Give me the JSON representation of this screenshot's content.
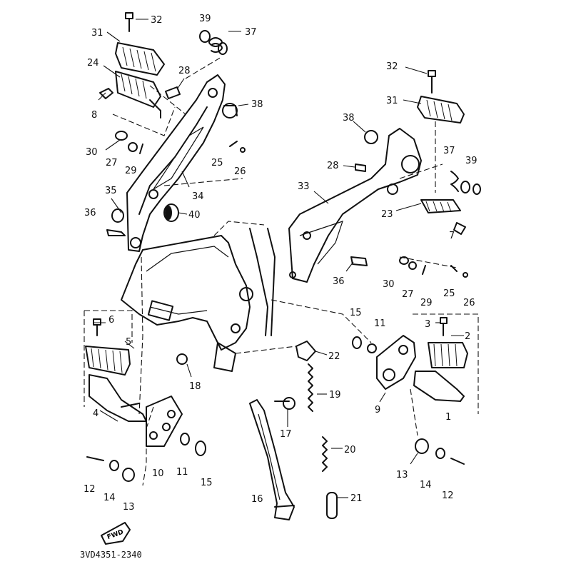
{
  "diagram": {
    "catalog_code": "3VD4351-2340",
    "fwd_label": "FWD",
    "callouts": [
      {
        "id": "c32a",
        "text": "32"
      },
      {
        "id": "c39a",
        "text": "39"
      },
      {
        "id": "c31a",
        "text": "31"
      },
      {
        "id": "c37a",
        "text": "37"
      },
      {
        "id": "c24",
        "text": "24"
      },
      {
        "id": "c28a",
        "text": "28"
      },
      {
        "id": "c8",
        "text": "8"
      },
      {
        "id": "c38a",
        "text": "38"
      },
      {
        "id": "c30a",
        "text": "30"
      },
      {
        "id": "c27a",
        "text": "27"
      },
      {
        "id": "c29a",
        "text": "29"
      },
      {
        "id": "c25a",
        "text": "25"
      },
      {
        "id": "c26a",
        "text": "26"
      },
      {
        "id": "c34",
        "text": "34"
      },
      {
        "id": "c35",
        "text": "35"
      },
      {
        "id": "c36a",
        "text": "36"
      },
      {
        "id": "c40",
        "text": "40"
      },
      {
        "id": "c32b",
        "text": "32"
      },
      {
        "id": "c31b",
        "text": "31"
      },
      {
        "id": "c38b",
        "text": "38"
      },
      {
        "id": "c28b",
        "text": "28"
      },
      {
        "id": "c33",
        "text": "33"
      },
      {
        "id": "c37b",
        "text": "37"
      },
      {
        "id": "c39b",
        "text": "39"
      },
      {
        "id": "c23",
        "text": "23"
      },
      {
        "id": "c7",
        "text": "7"
      },
      {
        "id": "c36b",
        "text": "36"
      },
      {
        "id": "c30b",
        "text": "30"
      },
      {
        "id": "c27b",
        "text": "27"
      },
      {
        "id": "c29b",
        "text": "29"
      },
      {
        "id": "c25b",
        "text": "25"
      },
      {
        "id": "c26b",
        "text": "26"
      },
      {
        "id": "c6",
        "text": "6"
      },
      {
        "id": "c5",
        "text": "5"
      },
      {
        "id": "c15a",
        "text": "15"
      },
      {
        "id": "c11a",
        "text": "11"
      },
      {
        "id": "c3",
        "text": "3"
      },
      {
        "id": "c2",
        "text": "2"
      },
      {
        "id": "c22",
        "text": "22"
      },
      {
        "id": "c18",
        "text": "18"
      },
      {
        "id": "c19",
        "text": "19"
      },
      {
        "id": "c9",
        "text": "9"
      },
      {
        "id": "c1",
        "text": "1"
      },
      {
        "id": "c4",
        "text": "4"
      },
      {
        "id": "c17",
        "text": "17"
      },
      {
        "id": "c20",
        "text": "20"
      },
      {
        "id": "c10",
        "text": "10"
      },
      {
        "id": "c11b",
        "text": "11"
      },
      {
        "id": "c15b",
        "text": "15"
      },
      {
        "id": "c13a",
        "text": "13"
      },
      {
        "id": "c14a",
        "text": "14"
      },
      {
        "id": "c12a",
        "text": "12"
      },
      {
        "id": "c12b",
        "text": "12"
      },
      {
        "id": "c14b",
        "text": "14"
      },
      {
        "id": "c13b",
        "text": "13"
      },
      {
        "id": "c16",
        "text": "16"
      },
      {
        "id": "c21",
        "text": "21"
      }
    ]
  }
}
